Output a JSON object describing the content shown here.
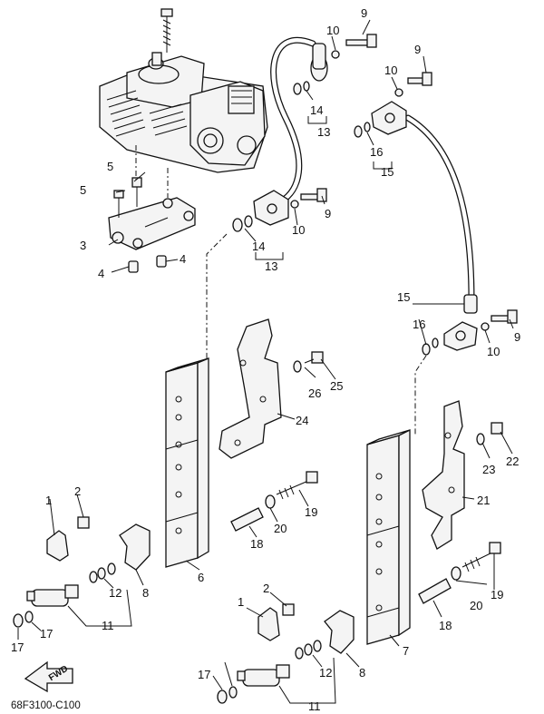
{
  "diagram_code": "68F3100-C100",
  "fwd_label": "FWD",
  "callouts": {
    "c1a": "1",
    "c1b": "1",
    "c2a": "2",
    "c2b": "2",
    "c3": "3",
    "c4a": "4",
    "c4b": "4",
    "c5a": "5",
    "c5b": "5",
    "c6": "6",
    "c7": "7",
    "c8a": "8",
    "c8b": "8",
    "c9a": "9",
    "c9b": "9",
    "c9c": "9",
    "c9d": "9",
    "c10a": "10",
    "c10b": "10",
    "c10c": "10",
    "c10d": "10",
    "c11a": "11",
    "c11b": "11",
    "c12a": "12",
    "c12b": "12",
    "c13a": "13",
    "c13b": "13",
    "c14a": "14",
    "c14b": "14",
    "c15a": "15",
    "c15b": "15",
    "c16a": "16",
    "c16b": "16",
    "c17a": "17",
    "c17b": "17",
    "c17c": "17",
    "c18a": "18",
    "c18b": "18",
    "c19a": "19",
    "c19b": "19",
    "c20a": "20",
    "c20b": "20",
    "c21": "21",
    "c22": "22",
    "c23": "23",
    "c24": "24",
    "c25": "25",
    "c26": "26"
  }
}
